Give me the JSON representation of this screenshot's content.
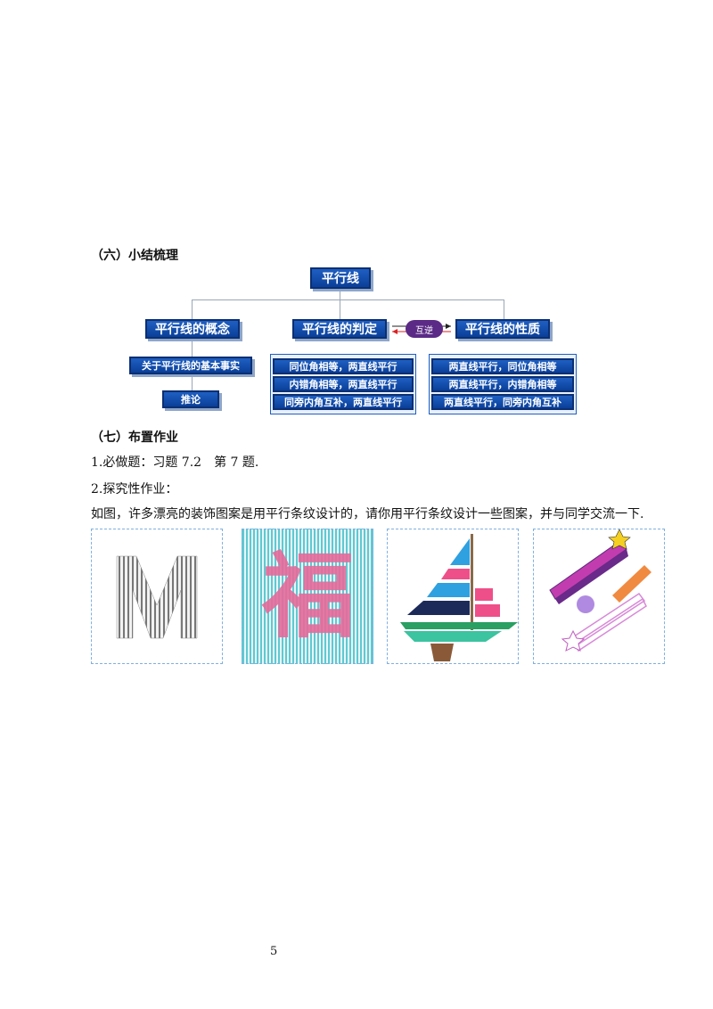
{
  "section6_title": "（六）小结梳理",
  "mindmap": {
    "root": "平行线",
    "concept": "平行线的概念",
    "judge": "平行线的判定",
    "property": "平行线的性质",
    "mutual": "互逆",
    "basic_fact": "关于平行线的基本事实",
    "inference": "推论",
    "judge_items": [
      "同位角相等，两直线平行",
      "内错角相等，两直线平行",
      "同旁内角互补，两直线平行"
    ],
    "property_items": [
      "两直线平行，同位角相等",
      "两直线平行，内错角相等",
      "两直线平行，同旁内角互补"
    ]
  },
  "section7_title": "（七）布置作业",
  "hw1": "1.必做题：习题 7.2　第 7 题.",
  "hw2": "2.探究性作业：",
  "hw_desc": "如图，许多漂亮的装饰图案是用平行条纹设计的，请你用平行条纹设计一些图案，并与同学交流一下.",
  "fu_char": "福",
  "page_number": "5"
}
